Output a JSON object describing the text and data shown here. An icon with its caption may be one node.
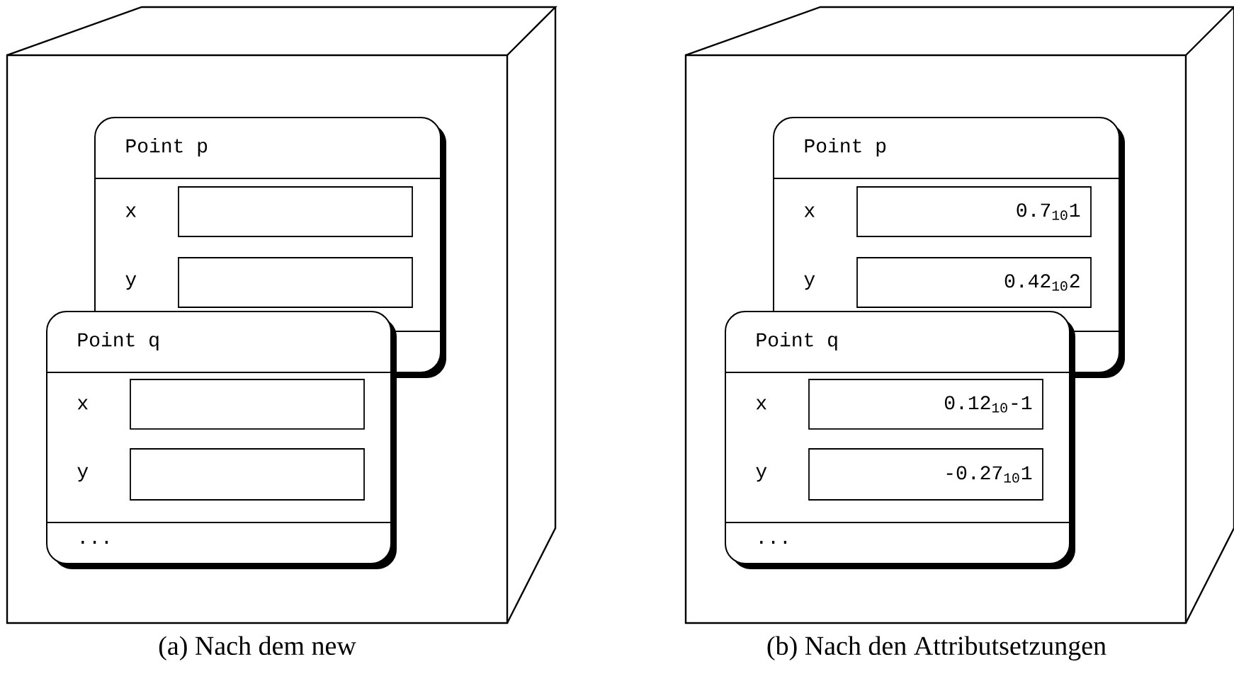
{
  "diagram": {
    "nodes": [
      {
        "text": [],
        "shape": "box"
      },
      {
        "text": [
          "Point p",
          "x",
          "y"
        ],
        "in": 0
      },
      {
        "text": [],
        "shape": "box",
        "in": 1
      },
      {
        "text": [],
        "shape": "box",
        "in": 1
      },
      {
        "text": [
          "Point q",
          "x",
          "y",
          "..."
        ],
        "in": 0
      },
      {
        "text": [],
        "shape": "box",
        "in": 4
      },
      {
        "text": [],
        "shape": "box",
        "in": 4
      },
      {
        "text": [],
        "shape": "box"
      },
      {
        "text": [
          "Point p",
          "x",
          "y"
        ],
        "in": 7
      },
      {
        "text": [
          "0.7$_{10}$1"
        ],
        "in": 8
      },
      {
        "text": [
          "0.42$_{10}$2"
        ],
        "in": 8
      },
      {
        "text": [
          "Point q",
          "x",
          "y",
          "..."
        ],
        "in": 7
      },
      {
        "text": [
          "0.12$_{10}$-1"
        ],
        "in": 11
      },
      {
        "text": [
          "-0.27$_{10}$1"
        ],
        "in": 11
      }
    ],
    "labels": [
      "(a) Nach dem new",
      "(b) Nach den Attributsetzungen"
    ]
  }
}
